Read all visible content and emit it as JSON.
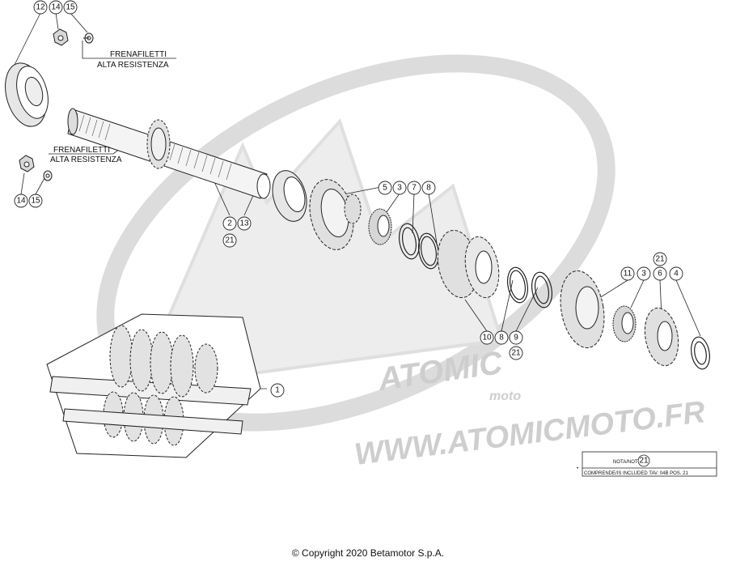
{
  "labels": {
    "loctite_upper_1": "FRENAFILETTI",
    "loctite_upper_2": "ALTA RESISTENZA",
    "loctite_lower_1": "FRENAFILETTI",
    "loctite_lower_2": "ALTA RESISTENZA"
  },
  "callouts": [
    "12",
    "14",
    "15",
    "14",
    "15",
    "2",
    "13",
    "21",
    "5",
    "3",
    "7",
    "8",
    "21",
    "10",
    "8",
    "9",
    "21",
    "11",
    "3",
    "6",
    "4",
    "1"
  ],
  "note_box": {
    "title": "NOTA/NOTE",
    "ref": "21",
    "text": "COMPRENDE/IS INCLUDED TAV. 04B POS. 21"
  },
  "watermark": {
    "brand": "ATOMIC",
    "sub": "moto",
    "url": "WWW.ATOMICMOTO.FR"
  },
  "footer": {
    "copyright": "© Copyright 2020 Betamotor S.p.A."
  }
}
